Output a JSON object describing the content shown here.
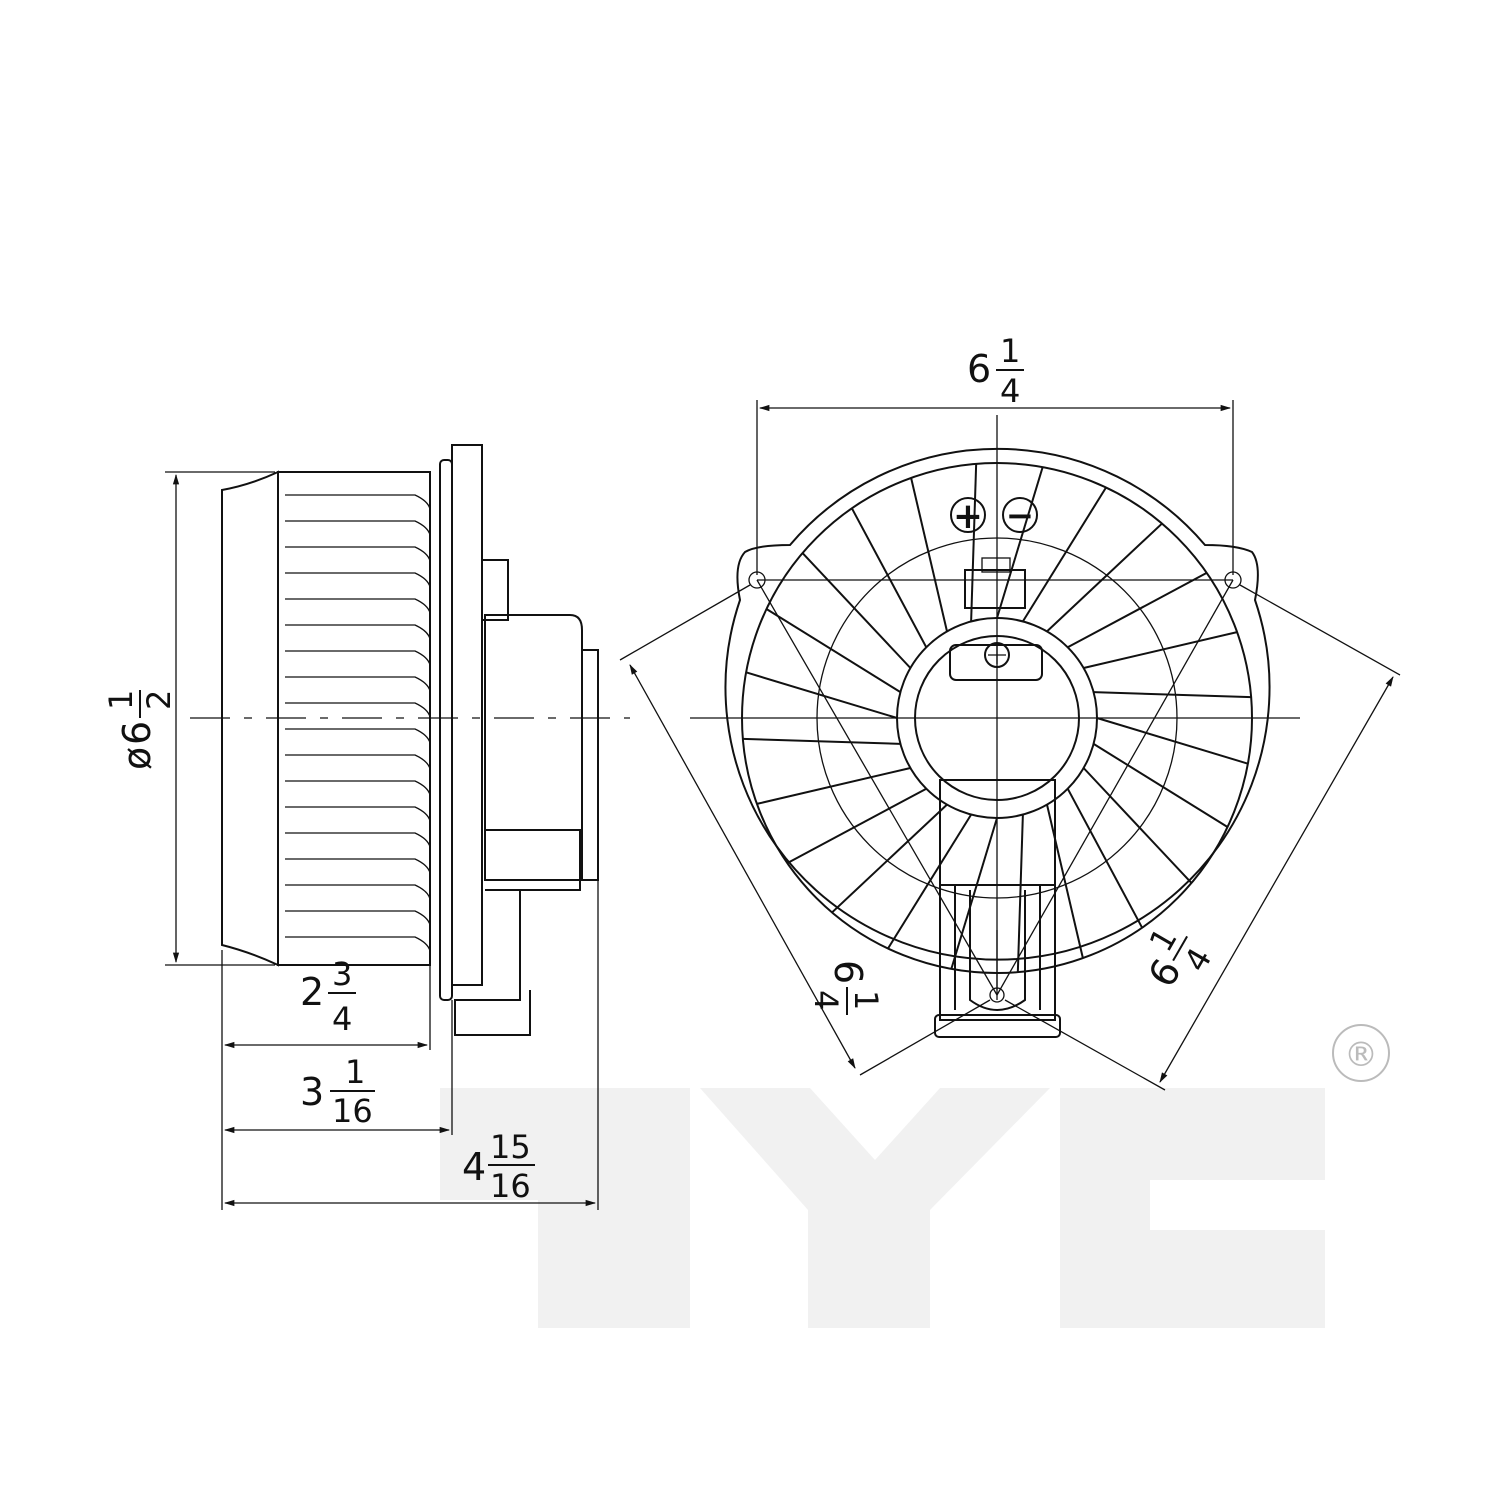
{
  "watermark": {
    "brand": "TYC",
    "registered_mark": "®",
    "color": "#f1f1f1"
  },
  "side_view": {
    "diameter": {
      "prefix": "ø",
      "whole": "6",
      "num": "1",
      "den": "2"
    },
    "depth_fan": {
      "whole": "2",
      "num": "3",
      "den": "4"
    },
    "depth_plate": {
      "whole": "3",
      "num": "1",
      "den": "16"
    },
    "depth_total": {
      "whole": "4",
      "num": "15",
      "den": "16"
    }
  },
  "front_view": {
    "width": {
      "whole": "6",
      "num": "1",
      "den": "4"
    },
    "diag_left": {
      "whole": "6",
      "num": "1",
      "den": "4"
    },
    "diag_right": {
      "whole": "6",
      "num": "1",
      "den": "4"
    },
    "terminal_plus": "+",
    "terminal_minus": "−",
    "blade_count": 24
  },
  "line_color": "#111111"
}
